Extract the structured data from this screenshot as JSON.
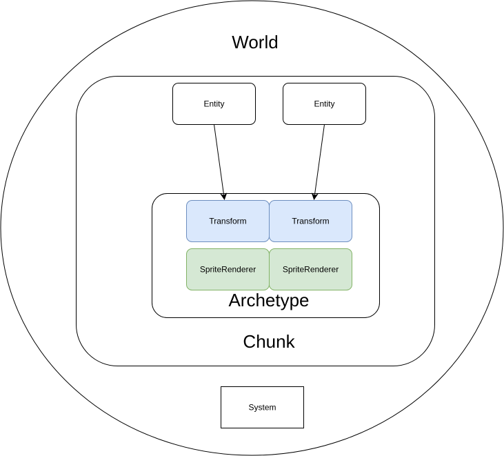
{
  "diagram": {
    "world": {
      "label": "World"
    },
    "chunk": {
      "label": "Chunk"
    },
    "entities": [
      {
        "label": "Entity"
      },
      {
        "label": "Entity"
      }
    ],
    "archetype": {
      "label": "Archetype",
      "components": [
        {
          "label": "Transform",
          "fill": "#dae8fc",
          "stroke": "#6c8ebf"
        },
        {
          "label": "Transform",
          "fill": "#dae8fc",
          "stroke": "#6c8ebf"
        },
        {
          "label": "SpriteRenderer",
          "fill": "#d5e8d4",
          "stroke": "#82b366"
        },
        {
          "label": "SpriteRenderer",
          "fill": "#d5e8d4",
          "stroke": "#82b366"
        }
      ]
    },
    "system": {
      "label": "System"
    }
  }
}
